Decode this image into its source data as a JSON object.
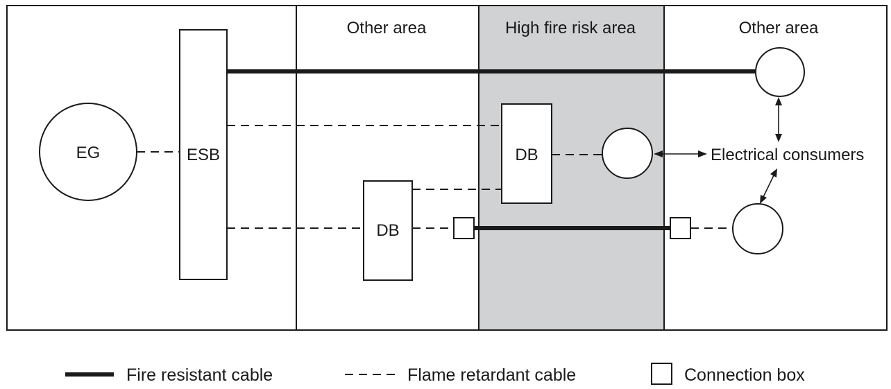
{
  "zones": [
    {
      "id": "zone-other-left",
      "label": "Other area",
      "fill": "#ffffff"
    },
    {
      "id": "zone-high-fire-risk",
      "label": "High fire risk area",
      "fill": "#d1d2d4"
    },
    {
      "id": "zone-other-right",
      "label": "Other area",
      "fill": "#ffffff"
    }
  ],
  "nodes": {
    "eg": "EG",
    "esb": "ESB",
    "db_upper": "DB",
    "db_lower": "DB"
  },
  "consumers_label": "Electrical consumers",
  "legend": {
    "fire_resistant": "Fire resistant cable",
    "flame_retardant": "Flame retardant cable",
    "connection_box": "Connection box"
  },
  "colors": {
    "line": "#1a1a1a",
    "high_risk_fill": "#d1d2d4",
    "background": "#ffffff"
  }
}
